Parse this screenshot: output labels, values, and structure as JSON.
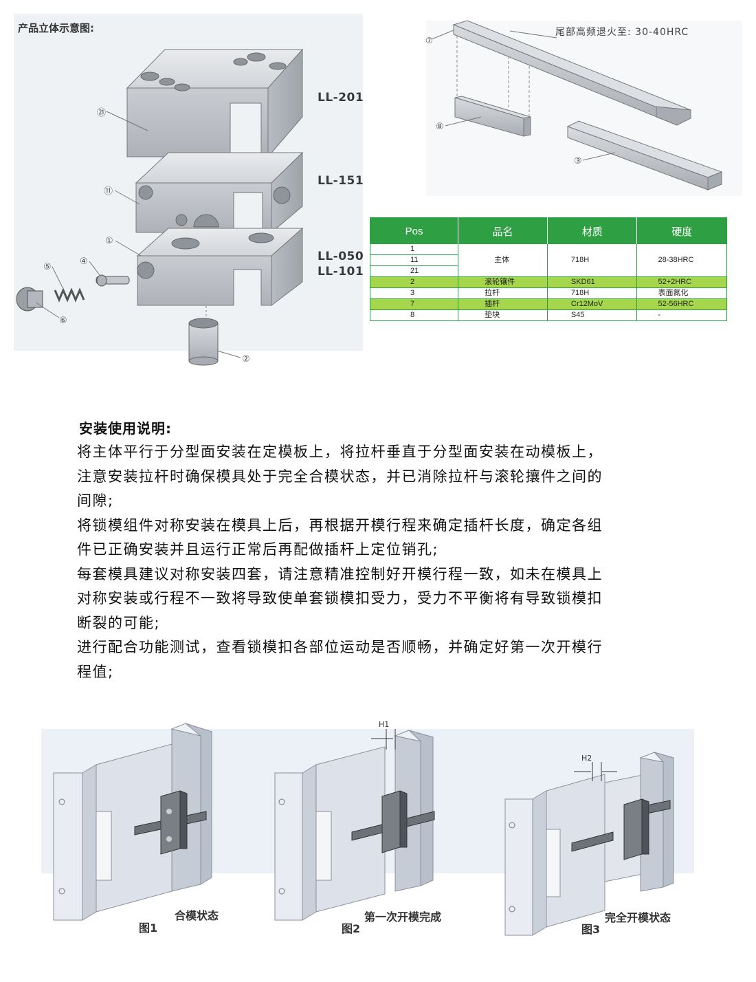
{
  "diagram": {
    "section_title": "产品立体示意图:",
    "models": [
      "LL-201",
      "LL-151",
      "LL-050",
      "LL-101"
    ],
    "callouts": [
      "⑦",
      "⑧",
      "③",
      "㉑",
      "⑪",
      "①",
      "⑤",
      "④",
      "⑥",
      "②"
    ],
    "annealing_note": "尾部高频退火至: 30-40HRC"
  },
  "parts_table": {
    "headers": [
      "Pos",
      "品名",
      "材质",
      "硬度"
    ],
    "group": {
      "positions": [
        "1",
        "11",
        "21"
      ],
      "name": "主体",
      "material": "718H",
      "hardness": "28-38HRC"
    },
    "rows": [
      {
        "pos": "2",
        "name": "滚轮镶件",
        "material": "SKD61",
        "hardness": "52+2HRC",
        "highlight": true
      },
      {
        "pos": "3",
        "name": "拉杆",
        "material": "718H",
        "hardness": "表面氮化",
        "highlight": false
      },
      {
        "pos": "7",
        "name": "插杆",
        "material": "Cr12MoV",
        "hardness": "52-56HRC",
        "highlight": true
      },
      {
        "pos": "8",
        "name": "垫块",
        "material": "S45",
        "hardness": "-",
        "highlight": false
      }
    ],
    "colors": {
      "header": "#2ea043",
      "highlight": "#a6d64c"
    }
  },
  "instructions": {
    "title": "安装使用说明:",
    "lines": [
      "将主体平行于分型面安装在定模板上，将拉杆垂直于分型面安装在动模板上，",
      "注意安装拉杆时确保模具处于完全合模状态，并已消除拉杆与滚轮攘件之间的",
      "间隙;",
      "将锁模组件对称安装在模具上后，再根据开模行程来确定插杆长度，确定各组",
      "件已正确安装并且运行正常后再配做插杆上定位销孔;",
      "每套模具建议对称安装四套，请注意精准控制好开模行程一致，如未在模具上",
      "对称安装或行程不一致将导致使单套锁模扣受力，受力不平衡将有导致锁模扣",
      "断裂的可能;",
      "进行配合功能测试，查看锁模扣各部位运动是否顺畅，并确定好第一次开模行",
      "程值;"
    ]
  },
  "figures": [
    {
      "number": "图1",
      "caption": "合模状态",
      "dimension": ""
    },
    {
      "number": "图2",
      "caption": "第一次开模完成",
      "dimension": "H1"
    },
    {
      "number": "图3",
      "caption": "完全开模状态",
      "dimension": "H2"
    }
  ]
}
